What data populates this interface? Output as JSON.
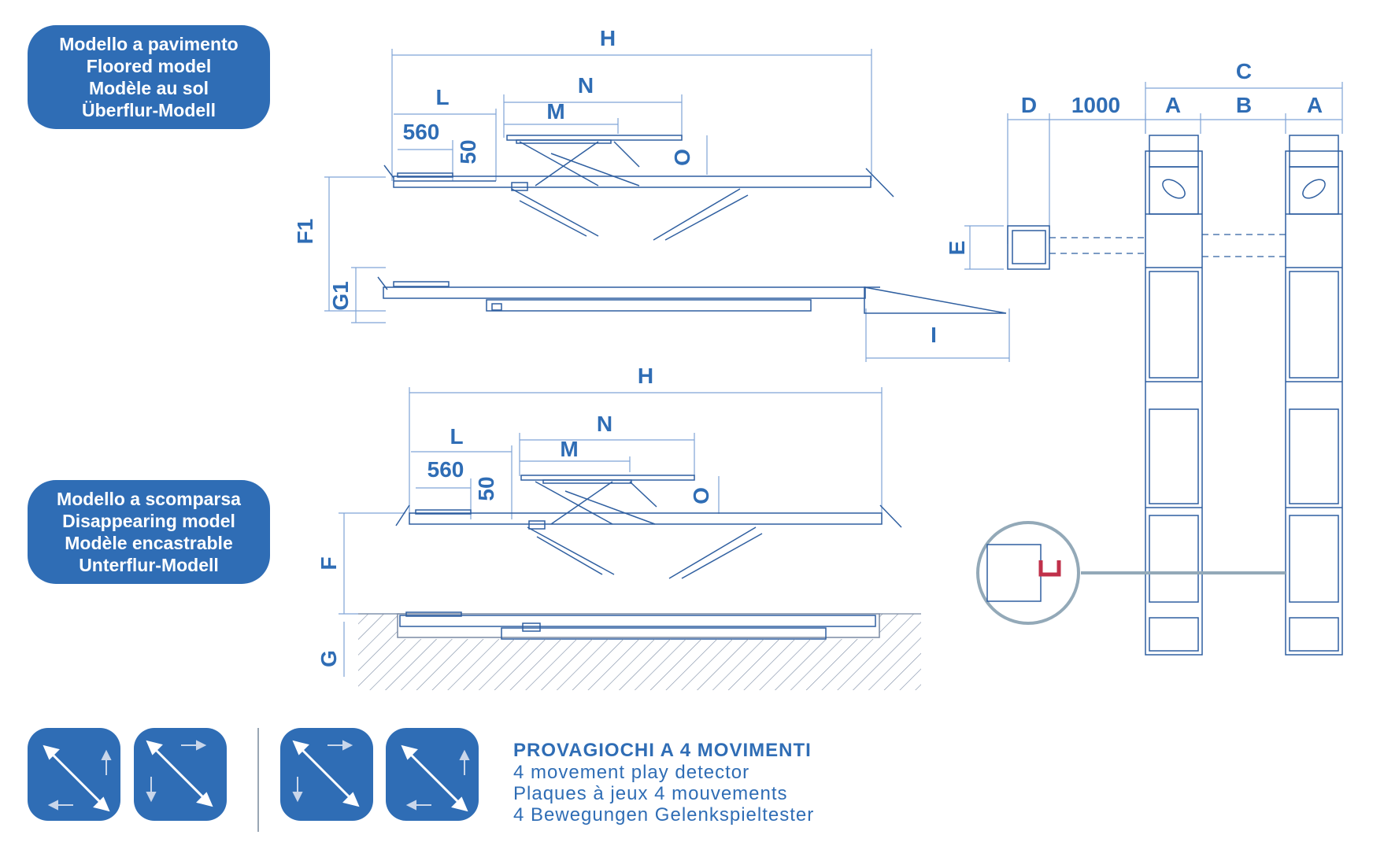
{
  "floored_badge": {
    "lines": [
      "Modello a pavimento",
      "Floored model",
      "Modèle au sol",
      "Überflur-Modell"
    ]
  },
  "disappearing_badge": {
    "lines": [
      "Modello a scomparsa",
      "Disappearing model",
      "Modèle encastrable",
      "Unterflur-Modell"
    ]
  },
  "top_view_dims": {
    "H": "H",
    "L": "L",
    "N": "N",
    "M": "M",
    "d560": "560",
    "d50": "50",
    "O": "O",
    "F1": "F1",
    "G1": "G1",
    "I": "I"
  },
  "bottom_view_dims": {
    "H": "H",
    "L": "L",
    "N": "N",
    "M": "M",
    "d560": "560",
    "d50": "50",
    "O": "O",
    "F": "F",
    "G": "G"
  },
  "plan_view_dims": {
    "C": "C",
    "D": "D",
    "d1000": "1000",
    "A1": "A",
    "B": "B",
    "A2": "A",
    "E": "E"
  },
  "legend": {
    "title": "PROVAGIOCHI A 4 MOVIMENTI",
    "lines": [
      "4 movement play detector",
      "Plaques à jeux 4 mouvements",
      "4 Bewegungen Gelenkspieltester"
    ]
  },
  "icons": [
    "diagonal-up-left-icon",
    "diagonal-down-right-icon",
    "diagonal-down-right-icon",
    "diagonal-up-left-icon"
  ],
  "colors": {
    "accent": "#2f6db5",
    "line": "#2f5fa0",
    "dim_line": "#7fa4d6",
    "callout": "#93a9b8",
    "detail_red": "#c0304a"
  }
}
